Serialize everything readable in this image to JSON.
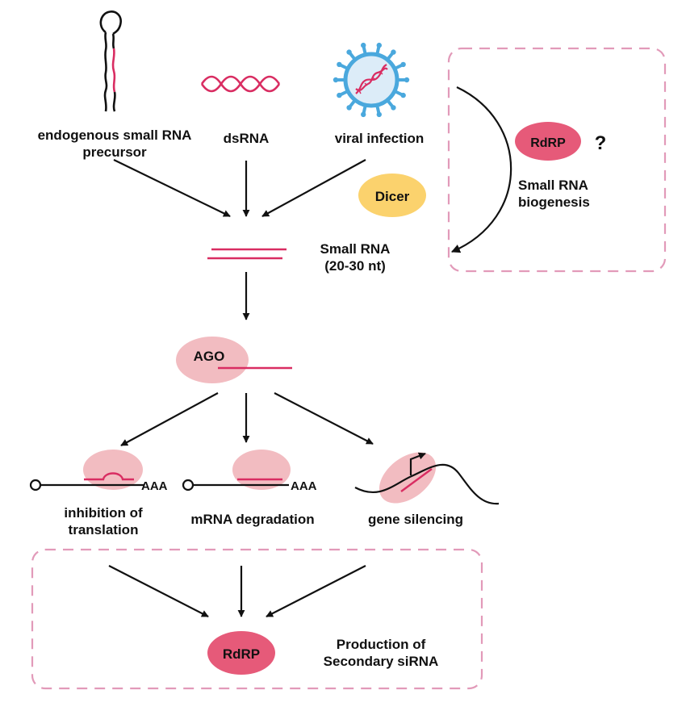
{
  "sources": {
    "endogenous": [
      "endogenous small RNA",
      "precursor"
    ],
    "dsrna": "dsRNA",
    "viral": "viral infection"
  },
  "enzymes": {
    "dicer": "Dicer",
    "ago": "AGO",
    "rdrp_top": "RdRP",
    "rdrp_bottom": "RdRP",
    "question_mark": "?"
  },
  "small_rna": [
    "Small RNA",
    "(20-30 nt)"
  ],
  "biogenesis": [
    "Small RNA",
    "biogenesis"
  ],
  "outcomes": {
    "inhibition": [
      "inhibition of",
      "translation"
    ],
    "degradation": "mRNA degradation",
    "silencing": "gene silencing",
    "polya_1": "AAA",
    "polya_2": "AAA"
  },
  "secondary": [
    "Production of",
    "Secondary siRNA"
  ],
  "colors": {
    "rna_red": "#d92d62",
    "rdrp_fill": "#e65a79",
    "dicer_fill": "#fbd26d",
    "ago_fill": "#f2bcc1",
    "dashed_box": "#e29ab9",
    "virus_blue": "#4aa8dd",
    "virus_fill": "#dcecf8",
    "arrow": "#111111"
  },
  "icons": {
    "hairpin": "hairpin-precursor-icon",
    "dsrna": "dsrna-helix-icon",
    "virus": "virus-particle-icon",
    "duplex": "small-rna-duplex-icon",
    "ago": "ago-complex-icon"
  }
}
